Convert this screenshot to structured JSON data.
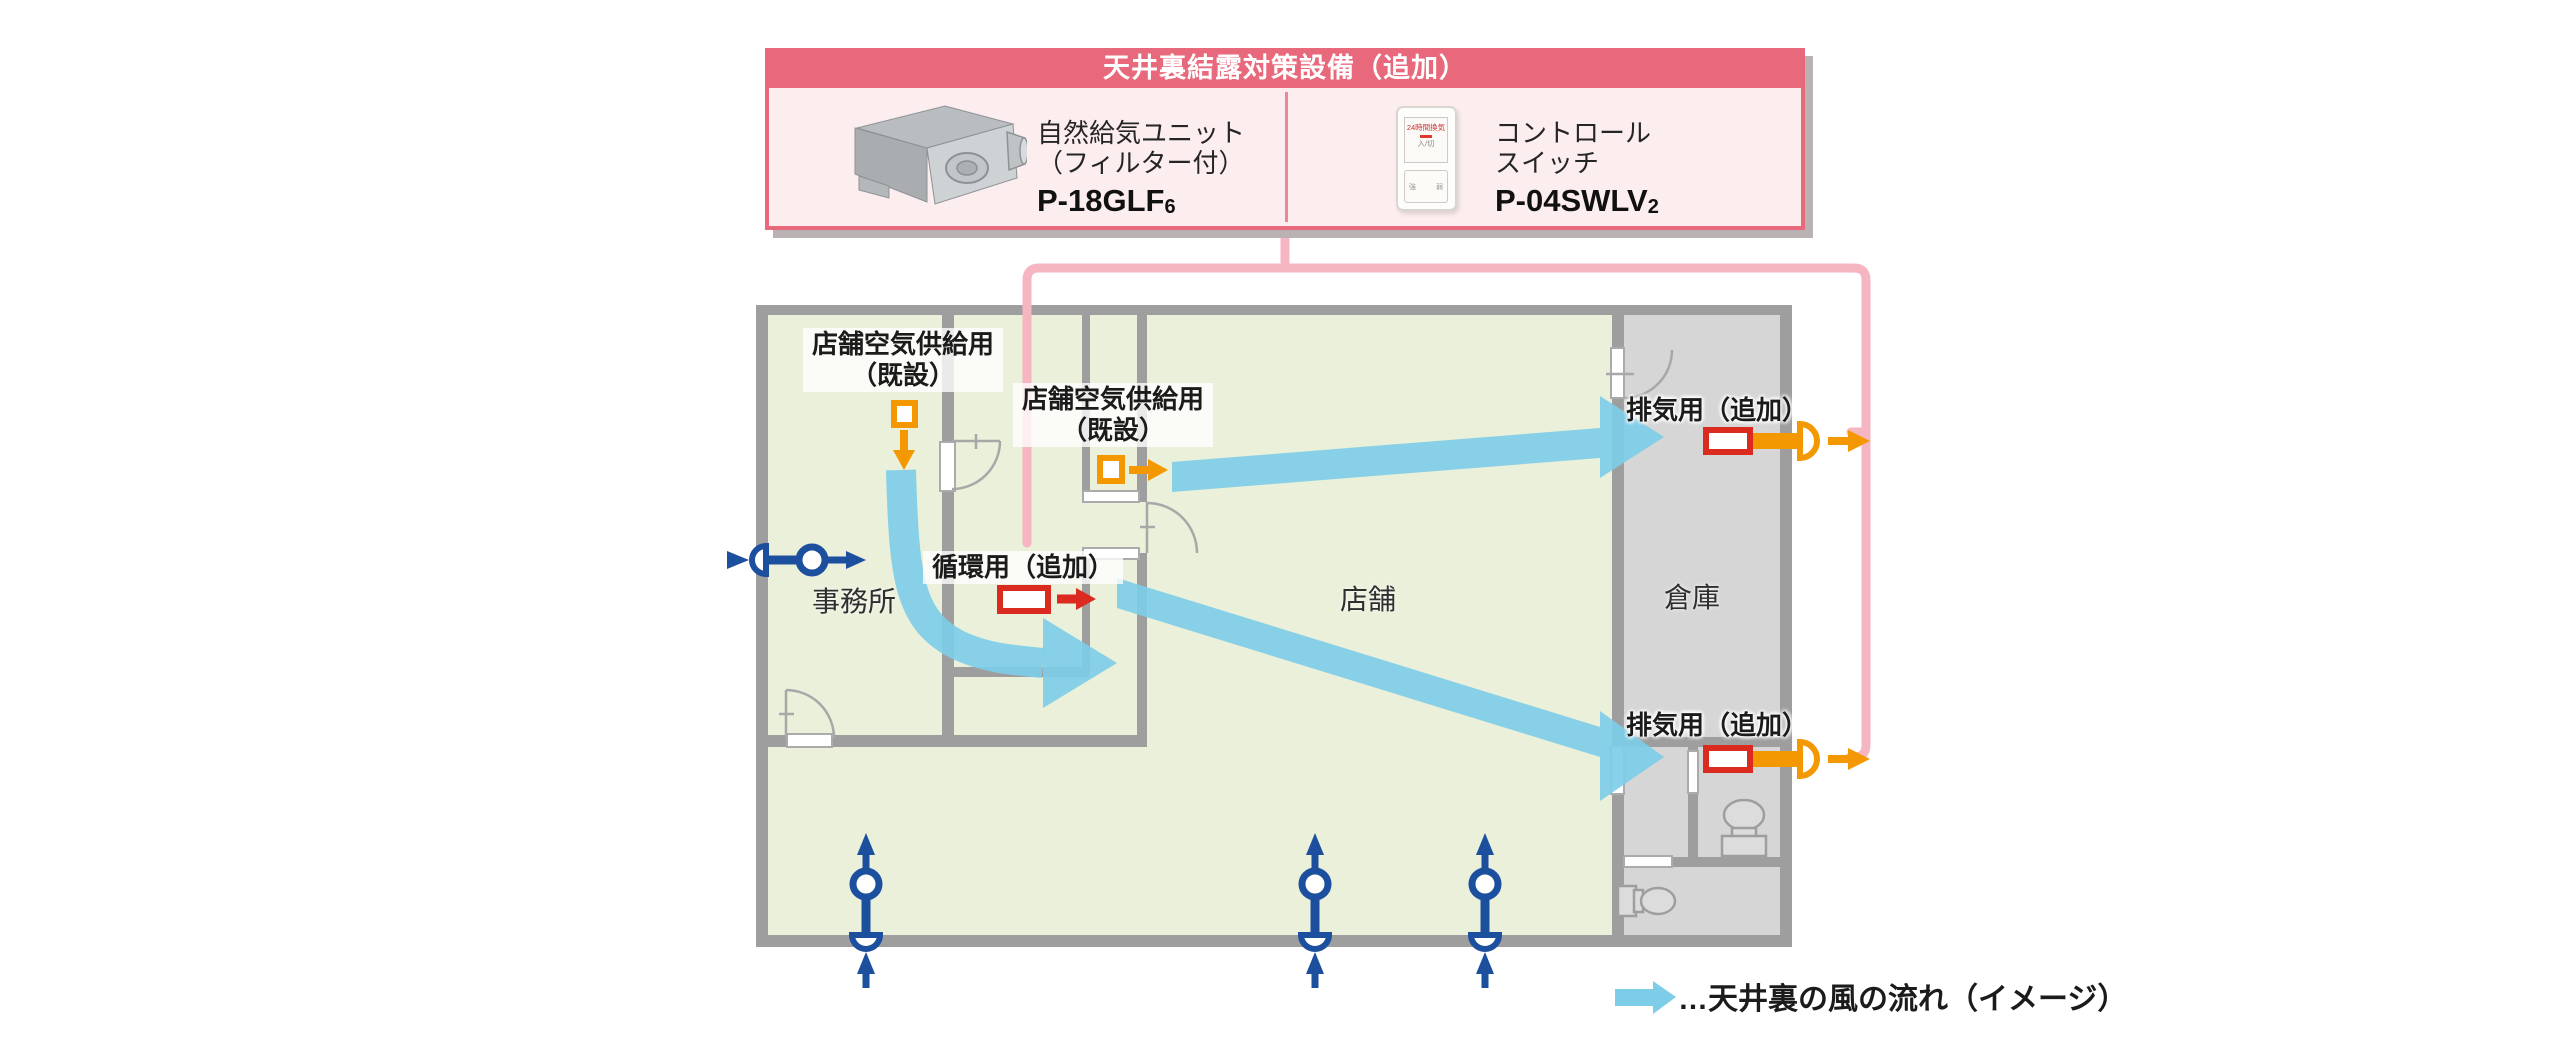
{
  "header_box": {
    "title": "天井裏結露対策設備（追加）",
    "left_item": {
      "line1": "自然給気ユニット",
      "line2": "（フィルター付）",
      "model": "P-18GLF",
      "model_sub": "6"
    },
    "right_item": {
      "line1": "コントロール",
      "line2": "スイッチ",
      "model": "P-04SWLV",
      "model_sub": "2"
    },
    "switch_graphic": {
      "top_label": "24時間換気",
      "mid_label": "入/切",
      "btn_left": "強",
      "btn_right": "弱"
    }
  },
  "floorplan": {
    "rooms": {
      "office": "事務所",
      "store": "店舗",
      "warehouse": "倉庫"
    },
    "labels": {
      "supply_office": {
        "line1": "店舗空気供給用",
        "line2": "（既設）"
      },
      "supply_store": {
        "line1": "店舗空気供給用",
        "line2": "（既設）"
      },
      "circulation": "循環用（追加）",
      "exhaust_top": "排気用（追加）",
      "exhaust_bottom": "排気用（追加）"
    }
  },
  "legend": {
    "text": "…天井裏の風の流れ（イメージ）"
  },
  "colors": {
    "header_bar": "#e8697b",
    "header_bg": "#fcedef",
    "pink_connector": "#f6b6c1",
    "floor_green": "#eaf0d9",
    "wall_gray": "#9e9e9e",
    "warehouse_gray": "#d6d6d6",
    "flow_blue": "#7ecde8",
    "vent_navy": "#1d4f9f",
    "supply_orange": "#f39800",
    "unit_red": "#db2a20"
  }
}
